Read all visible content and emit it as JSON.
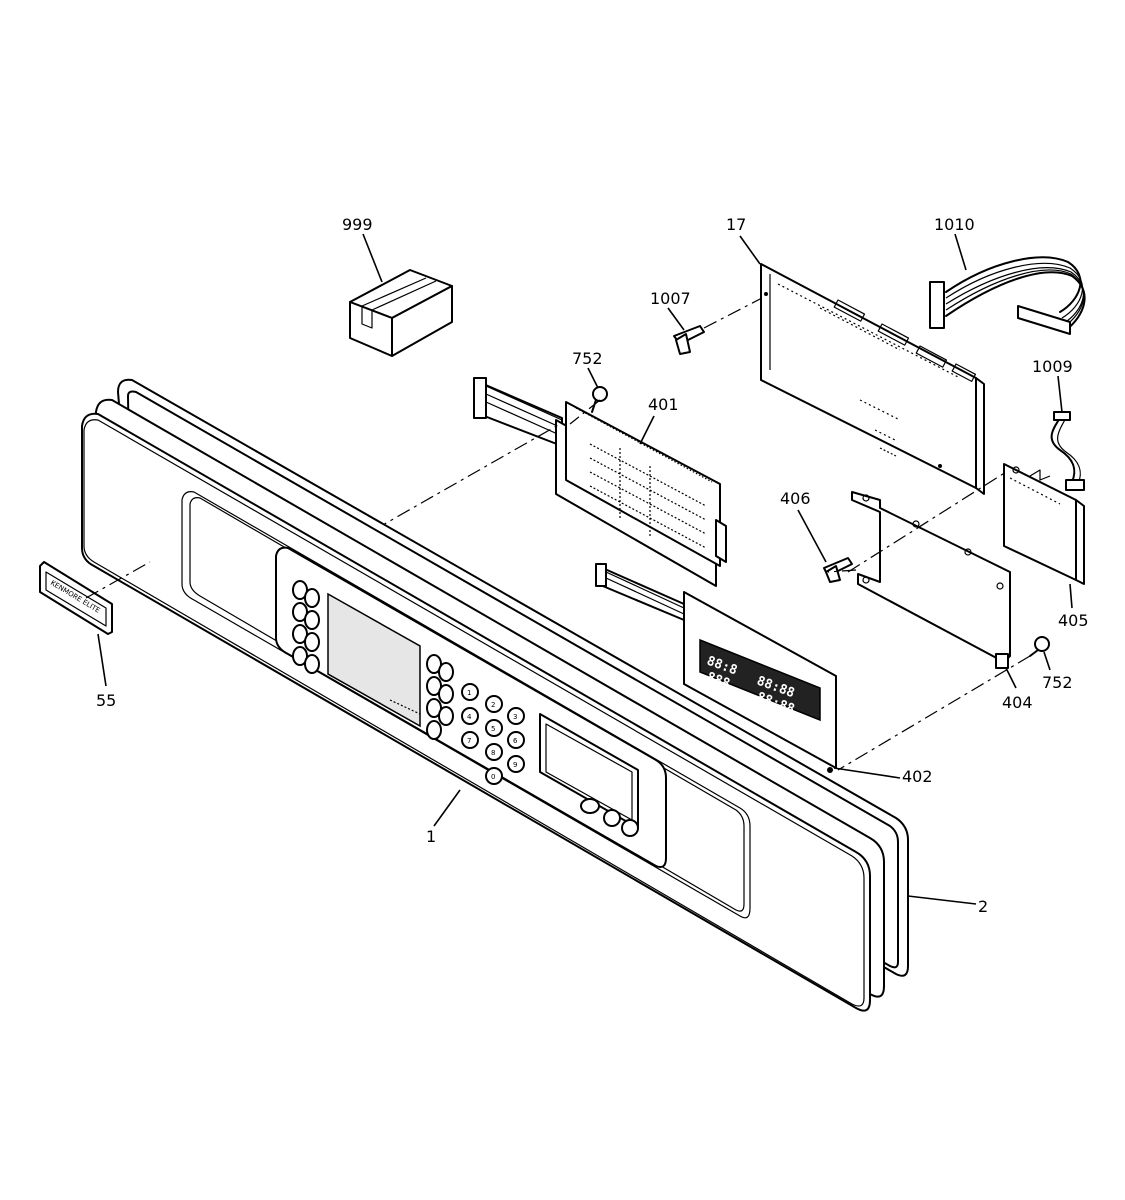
{
  "callouts": {
    "c999": "999",
    "c17": "17",
    "c1010": "1010",
    "c1007": "1007",
    "c752a": "752",
    "c401": "401",
    "c1009": "1009",
    "c406": "406",
    "c405": "405",
    "c752b": "752",
    "c404": "404",
    "c402": "402",
    "c55": "55",
    "c1": "1",
    "c2": "2"
  },
  "badge_text": "KENMORE ELITE",
  "display_digits": [
    "88:8",
    "88:88",
    "888",
    "88:88"
  ],
  "keypad_digits": [
    "1",
    "2",
    "3",
    "4",
    "5",
    "6",
    "7",
    "8",
    "9",
    "0"
  ]
}
